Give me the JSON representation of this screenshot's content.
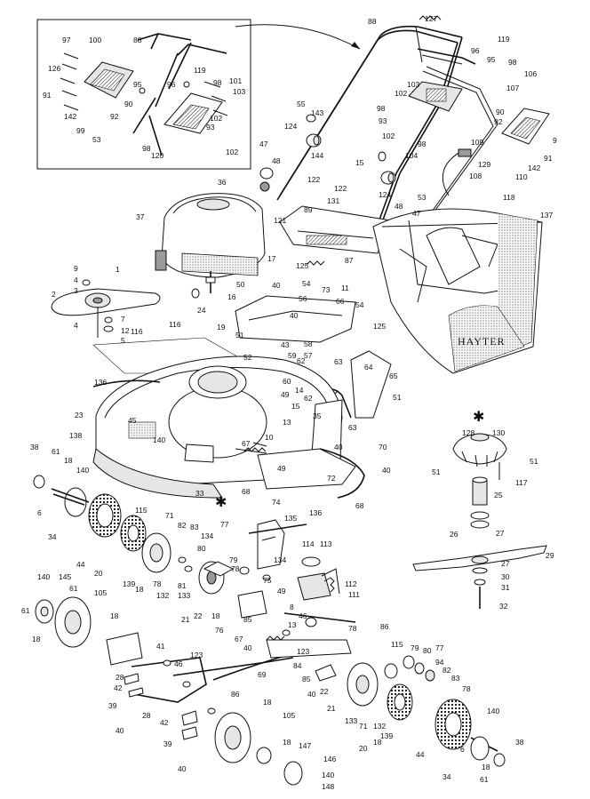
{
  "diagram": {
    "brand_label": "HAYTER",
    "callouts": [
      {
        "id": "c88a",
        "text": "88"
      },
      {
        "id": "c127",
        "text": "127"
      },
      {
        "id": "c97",
        "text": "97"
      },
      {
        "id": "c100",
        "text": "100"
      },
      {
        "id": "c88b",
        "text": "88"
      },
      {
        "id": "c119a",
        "text": "119"
      },
      {
        "id": "c119b",
        "text": "119"
      },
      {
        "id": "c96a",
        "text": "96"
      },
      {
        "id": "c96b",
        "text": "96"
      },
      {
        "id": "c126",
        "text": "126"
      },
      {
        "id": "c95a",
        "text": "95"
      },
      {
        "id": "c95b",
        "text": "95"
      },
      {
        "id": "c101",
        "text": "101"
      },
      {
        "id": "c98a",
        "text": "98"
      },
      {
        "id": "c98b",
        "text": "98"
      },
      {
        "id": "c103a",
        "text": "103"
      },
      {
        "id": "c103b",
        "text": "103"
      },
      {
        "id": "c91a",
        "text": "91"
      },
      {
        "id": "c90a",
        "text": "90"
      },
      {
        "id": "c142a",
        "text": "142"
      },
      {
        "id": "c92a",
        "text": "92"
      },
      {
        "id": "c99",
        "text": "99"
      },
      {
        "id": "c53a",
        "text": "53"
      },
      {
        "id": "c93a",
        "text": "93"
      },
      {
        "id": "c102a",
        "text": "102"
      },
      {
        "id": "c98c",
        "text": "98"
      },
      {
        "id": "c120",
        "text": "120"
      },
      {
        "id": "c102b",
        "text": "102"
      },
      {
        "id": "c55",
        "text": "55"
      },
      {
        "id": "c143",
        "text": "143"
      },
      {
        "id": "c106",
        "text": "106"
      },
      {
        "id": "c102c",
        "text": "102"
      },
      {
        "id": "c107",
        "text": "107"
      },
      {
        "id": "c98d",
        "text": "98"
      },
      {
        "id": "c93b",
        "text": "93"
      },
      {
        "id": "c90b",
        "text": "90"
      },
      {
        "id": "c92b",
        "text": "92"
      },
      {
        "id": "c102d",
        "text": "102"
      },
      {
        "id": "c9a",
        "text": "9"
      },
      {
        "id": "c124a",
        "text": "124"
      },
      {
        "id": "c144",
        "text": "144"
      },
      {
        "id": "c98e",
        "text": "98"
      },
      {
        "id": "c47a",
        "text": "47"
      },
      {
        "id": "c109",
        "text": "109"
      },
      {
        "id": "c129",
        "text": "129"
      },
      {
        "id": "c104",
        "text": "104"
      },
      {
        "id": "c91b",
        "text": "91"
      },
      {
        "id": "c48a",
        "text": "48"
      },
      {
        "id": "c15a",
        "text": "15"
      },
      {
        "id": "c142b",
        "text": "142"
      },
      {
        "id": "c108",
        "text": "108"
      },
      {
        "id": "c110",
        "text": "110"
      },
      {
        "id": "c122a",
        "text": "122"
      },
      {
        "id": "c122b",
        "text": "122"
      },
      {
        "id": "c124b",
        "text": "124"
      },
      {
        "id": "c53b",
        "text": "53"
      },
      {
        "id": "c36",
        "text": "36"
      },
      {
        "id": "c131",
        "text": "131"
      },
      {
        "id": "c89",
        "text": "89"
      },
      {
        "id": "c121",
        "text": "121"
      },
      {
        "id": "c118",
        "text": "118"
      },
      {
        "id": "c137",
        "text": "137"
      },
      {
        "id": "c48b",
        "text": "48"
      },
      {
        "id": "c47b",
        "text": "47"
      },
      {
        "id": "c37",
        "text": "37"
      },
      {
        "id": "c17",
        "text": "17"
      },
      {
        "id": "c125a",
        "text": "125"
      },
      {
        "id": "c87",
        "text": "87"
      },
      {
        "id": "c9b",
        "text": "9"
      },
      {
        "id": "c1",
        "text": "1"
      },
      {
        "id": "c4a",
        "text": "4"
      },
      {
        "id": "c3",
        "text": "3"
      },
      {
        "id": "c50",
        "text": "50"
      },
      {
        "id": "c54a",
        "text": "54"
      },
      {
        "id": "c73",
        "text": "73"
      },
      {
        "id": "c11",
        "text": "11"
      },
      {
        "id": "c2",
        "text": "2"
      },
      {
        "id": "c40a",
        "text": "40"
      },
      {
        "id": "c24",
        "text": "24"
      },
      {
        "id": "c16",
        "text": "16"
      },
      {
        "id": "c4b",
        "text": "4"
      },
      {
        "id": "c7",
        "text": "7"
      },
      {
        "id": "c12",
        "text": "12"
      },
      {
        "id": "c5",
        "text": "5"
      },
      {
        "id": "c56",
        "text": "56"
      },
      {
        "id": "c66",
        "text": "66"
      },
      {
        "id": "c54b",
        "text": "54"
      },
      {
        "id": "c116a",
        "text": "116"
      },
      {
        "id": "c116b",
        "text": "116"
      },
      {
        "id": "c19",
        "text": "19"
      },
      {
        "id": "c51a",
        "text": "51"
      },
      {
        "id": "c40b",
        "text": "40"
      },
      {
        "id": "c125b",
        "text": "125"
      },
      {
        "id": "c43",
        "text": "43"
      },
      {
        "id": "c58",
        "text": "58"
      },
      {
        "id": "c59",
        "text": "59"
      },
      {
        "id": "c52",
        "text": "52"
      },
      {
        "id": "c57",
        "text": "57"
      },
      {
        "id": "c136a",
        "text": "136"
      },
      {
        "id": "c62a",
        "text": "62"
      },
      {
        "id": "c63a",
        "text": "63"
      },
      {
        "id": "c64",
        "text": "64"
      },
      {
        "id": "c65",
        "text": "65"
      },
      {
        "id": "c60",
        "text": "60"
      },
      {
        "id": "c49a",
        "text": "49"
      },
      {
        "id": "c14",
        "text": "14"
      },
      {
        "id": "c62b",
        "text": "62"
      },
      {
        "id": "c15b",
        "text": "15"
      },
      {
        "id": "c51b",
        "text": "51"
      },
      {
        "id": "c35",
        "text": "35"
      },
      {
        "id": "c23",
        "text": "23"
      },
      {
        "id": "c13a",
        "text": "13"
      },
      {
        "id": "c45",
        "text": "45"
      },
      {
        "id": "c63b",
        "text": "63"
      },
      {
        "id": "c10",
        "text": "10"
      },
      {
        "id": "c67a",
        "text": "67"
      },
      {
        "id": "c138",
        "text": "138"
      },
      {
        "id": "c140a",
        "text": "140"
      },
      {
        "id": "c70",
        "text": "70"
      },
      {
        "id": "c38a",
        "text": "38"
      },
      {
        "id": "c61a",
        "text": "61"
      },
      {
        "id": "c140b",
        "text": "140"
      },
      {
        "id": "c40c",
        "text": "40"
      },
      {
        "id": "c40d",
        "text": "40"
      },
      {
        "id": "c18a",
        "text": "18"
      },
      {
        "id": "c49b",
        "text": "49"
      },
      {
        "id": "c72",
        "text": "72"
      },
      {
        "id": "c6a",
        "text": "6"
      },
      {
        "id": "c33",
        "text": "33"
      },
      {
        "id": "c68a",
        "text": "68"
      },
      {
        "id": "c74",
        "text": "74"
      },
      {
        "id": "c136b",
        "text": "136"
      },
      {
        "id": "c68b",
        "text": "68"
      },
      {
        "id": "c128",
        "text": "128"
      },
      {
        "id": "c130",
        "text": "130"
      },
      {
        "id": "c51c",
        "text": "51"
      },
      {
        "id": "c51d",
        "text": "51"
      },
      {
        "id": "c117",
        "text": "117"
      },
      {
        "id": "c25",
        "text": "25"
      },
      {
        "id": "c26",
        "text": "26"
      },
      {
        "id": "c27a",
        "text": "27"
      },
      {
        "id": "c29",
        "text": "29"
      },
      {
        "id": "c27b",
        "text": "27"
      },
      {
        "id": "c30",
        "text": "30"
      },
      {
        "id": "c31",
        "text": "31"
      },
      {
        "id": "c32",
        "text": "32"
      },
      {
        "id": "c34a",
        "text": "34"
      },
      {
        "id": "c115a",
        "text": "115"
      },
      {
        "id": "c71a",
        "text": "71"
      },
      {
        "id": "c82a",
        "text": "82"
      },
      {
        "id": "c135",
        "text": "135"
      },
      {
        "id": "c83a",
        "text": "83"
      },
      {
        "id": "c77a",
        "text": "77"
      },
      {
        "id": "c134a",
        "text": "134"
      },
      {
        "id": "c44a",
        "text": "44"
      },
      {
        "id": "c80a",
        "text": "80"
      },
      {
        "id": "c20a",
        "text": "20"
      },
      {
        "id": "c139a",
        "text": "139"
      },
      {
        "id": "c78a",
        "text": "78"
      },
      {
        "id": "c79a",
        "text": "79"
      },
      {
        "id": "c78b",
        "text": "78"
      },
      {
        "id": "c134b",
        "text": "134"
      },
      {
        "id": "c114",
        "text": "114"
      },
      {
        "id": "c113",
        "text": "113"
      },
      {
        "id": "c18b",
        "text": "18"
      },
      {
        "id": "c81",
        "text": "81"
      },
      {
        "id": "c132",
        "text": "132"
      },
      {
        "id": "c133a",
        "text": "133"
      },
      {
        "id": "c75",
        "text": "75"
      },
      {
        "id": "c112",
        "text": "112"
      },
      {
        "id": "c111",
        "text": "111"
      },
      {
        "id": "c140c",
        "text": "140"
      },
      {
        "id": "c145",
        "text": "145"
      },
      {
        "id": "c105a",
        "text": "105"
      },
      {
        "id": "c61b",
        "text": "61"
      },
      {
        "id": "c61c",
        "text": "61"
      },
      {
        "id": "c21a",
        "text": "21"
      },
      {
        "id": "c22a",
        "text": "22"
      },
      {
        "id": "c49c",
        "text": "49"
      },
      {
        "id": "c18c",
        "text": "18"
      },
      {
        "id": "c85a",
        "text": "85"
      },
      {
        "id": "c8",
        "text": "8"
      },
      {
        "id": "c46a",
        "text": "46"
      },
      {
        "id": "c76",
        "text": "76"
      },
      {
        "id": "c18d",
        "text": "18"
      },
      {
        "id": "c13b",
        "text": "13"
      },
      {
        "id": "c86a",
        "text": "86"
      },
      {
        "id": "c18e",
        "text": "18"
      },
      {
        "id": "c67b",
        "text": "67"
      },
      {
        "id": "c40e",
        "text": "40"
      },
      {
        "id": "c41",
        "text": "41"
      },
      {
        "id": "c115b",
        "text": "115"
      },
      {
        "id": "c78c",
        "text": "78"
      },
      {
        "id": "c123a",
        "text": "123"
      },
      {
        "id": "c123b",
        "text": "123"
      },
      {
        "id": "c79b",
        "text": "79"
      },
      {
        "id": "c80b",
        "text": "80"
      },
      {
        "id": "c77b",
        "text": "77"
      },
      {
        "id": "c46b",
        "text": "46"
      },
      {
        "id": "c84",
        "text": "84"
      },
      {
        "id": "c94",
        "text": "94"
      },
      {
        "id": "c69",
        "text": "69"
      },
      {
        "id": "c82b",
        "text": "82"
      },
      {
        "id": "c28a",
        "text": "28"
      },
      {
        "id": "c85b",
        "text": "85"
      },
      {
        "id": "c83b",
        "text": "83"
      },
      {
        "id": "c42a",
        "text": "42"
      },
      {
        "id": "c22b",
        "text": "22"
      },
      {
        "id": "c78d",
        "text": "78"
      },
      {
        "id": "c40f",
        "text": "40"
      },
      {
        "id": "c86b",
        "text": "86"
      },
      {
        "id": "c39a",
        "text": "39"
      },
      {
        "id": "c28b",
        "text": "28"
      },
      {
        "id": "c18f",
        "text": "18"
      },
      {
        "id": "c21b",
        "text": "21"
      },
      {
        "id": "c40g",
        "text": "40"
      },
      {
        "id": "c105b",
        "text": "105"
      },
      {
        "id": "c133b",
        "text": "133"
      },
      {
        "id": "c71b",
        "text": "71"
      },
      {
        "id": "c132b",
        "text": "132"
      },
      {
        "id": "c139b",
        "text": "139"
      },
      {
        "id": "c140d",
        "text": "140"
      },
      {
        "id": "c42b",
        "text": "42"
      },
      {
        "id": "c20b",
        "text": "20"
      },
      {
        "id": "c18g",
        "text": "18"
      },
      {
        "id": "c18h",
        "text": "18"
      },
      {
        "id": "c147",
        "text": "147"
      },
      {
        "id": "c38b",
        "text": "38"
      },
      {
        "id": "c39b",
        "text": "39"
      },
      {
        "id": "c146",
        "text": "146"
      },
      {
        "id": "c44b",
        "text": "44"
      },
      {
        "id": "c6b",
        "text": "6"
      },
      {
        "id": "c40h",
        "text": "40"
      },
      {
        "id": "c140e",
        "text": "140"
      },
      {
        "id": "c34b",
        "text": "34"
      },
      {
        "id": "c18i",
        "text": "18"
      },
      {
        "id": "c61d",
        "text": "61"
      },
      {
        "id": "c148",
        "text": "148"
      }
    ]
  }
}
